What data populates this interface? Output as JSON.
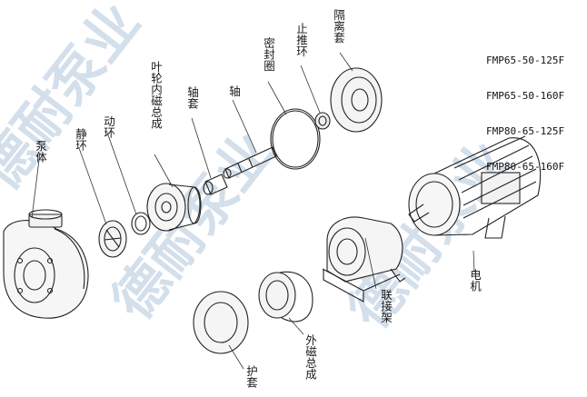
{
  "model_list": [
    "FMP65-50-125F",
    "FMP65-50-160F",
    "FMP80-65-125F",
    "FMP80-65-160F"
  ],
  "watermark": "德耐泵业",
  "parts": {
    "pump_body": "泵体",
    "static_ring": "静环",
    "dynamic_ring": "动环",
    "impeller_inner_magnet": "叶轮内磁总成",
    "shaft_sleeve": "轴套",
    "shaft": "轴",
    "seal_ring": "密封圈",
    "thrust_ring": "止推环",
    "isolation_sleeve": "隔离套",
    "motor": "电机",
    "coupling_frame": "联接架",
    "outer_magnet": "外磁总成",
    "guard_sleeve": "护套"
  }
}
